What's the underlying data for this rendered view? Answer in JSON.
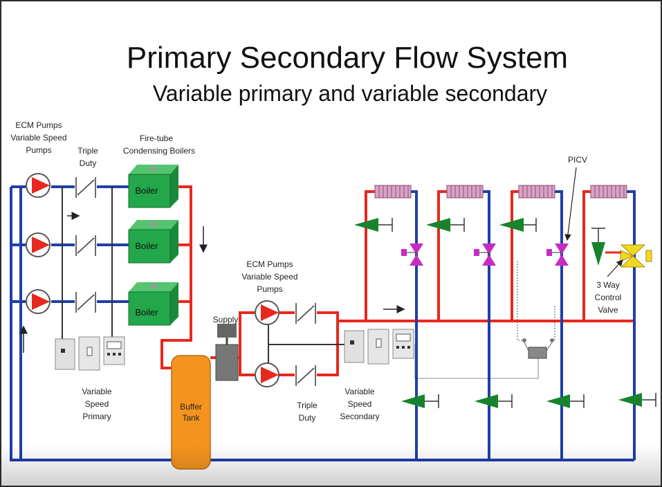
{
  "title": "Primary Secondary Flow System",
  "subtitle": "Variable primary and variable secondary",
  "labels": {
    "ecm_primary": [
      "ECM Pumps",
      "Variable Speed",
      "Pumps"
    ],
    "triple_duty_primary": [
      "Triple",
      "Duty"
    ],
    "boilers_header": [
      "Fire-tube",
      "Condensing Boilers"
    ],
    "boiler": "Boiler",
    "vs_primary": [
      "Variable",
      "Speed",
      "Primary"
    ],
    "supply": "Supply",
    "buffer_tank": [
      "Buffer",
      "Tank"
    ],
    "ecm_secondary": [
      "ECM Pumps",
      "Variable Speed",
      "Pumps"
    ],
    "triple_duty_secondary": [
      "Triple",
      "Duty"
    ],
    "vs_secondary": [
      "Variable",
      "Speed",
      "Secondary"
    ],
    "picv": "PICV",
    "three_way": [
      "3 Way",
      "Control",
      "Valve"
    ]
  },
  "colors": {
    "supply_pipe": "#e8281e",
    "return_pipe": "#1f3fa8",
    "boiler": "#22a84a",
    "pump": "#e8281e",
    "buffer_tank": "#f4941e",
    "check_valve": "#17832c",
    "picv": "#c42cc4",
    "three_way_valve": "#f2d81e",
    "coil": "#d9a3c4",
    "drive": "#d0d0d0"
  },
  "icons": [
    "pump-icon",
    "check-valve-icon",
    "boiler-icon",
    "vfd-drive-icon",
    "buffer-tank-icon",
    "air-separator-icon",
    "coil-icon",
    "balancing-valve-icon",
    "picv-icon",
    "three-way-valve-icon",
    "flow-arrow-icon"
  ]
}
